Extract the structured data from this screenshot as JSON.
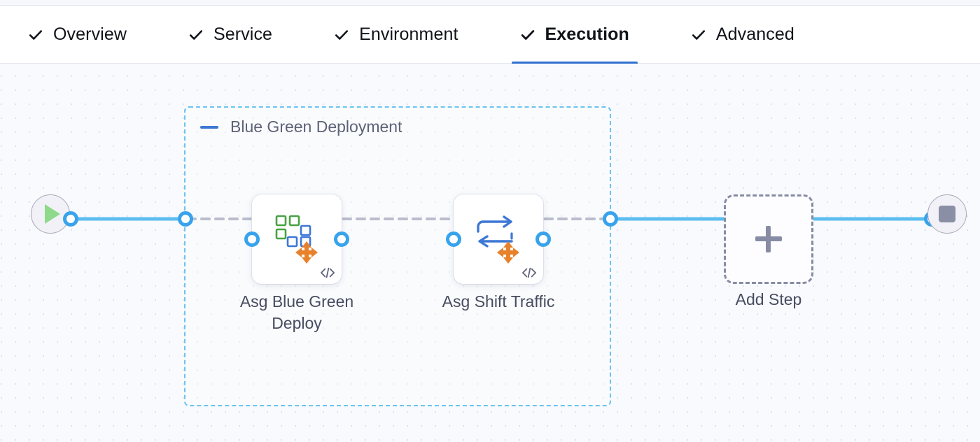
{
  "tabs": [
    {
      "label": "Overview",
      "icon": "check-icon",
      "checked": true,
      "active": false
    },
    {
      "label": "Service",
      "icon": "check-icon",
      "checked": true,
      "active": false
    },
    {
      "label": "Environment",
      "icon": "check-icon",
      "checked": true,
      "active": false
    },
    {
      "label": "Execution",
      "icon": "check-icon",
      "checked": true,
      "active": true
    },
    {
      "label": "Advanced",
      "icon": "check-icon",
      "checked": true,
      "active": false
    }
  ],
  "canvas": {
    "group": {
      "title": "Blue Green Deployment",
      "collapse_icon": "minus-icon"
    },
    "start_node": {
      "icon": "play-icon",
      "name": "pipeline-start"
    },
    "end_node": {
      "icon": "stop-icon",
      "name": "pipeline-end"
    },
    "steps": [
      {
        "label": "Asg Blue Green\nDeploy",
        "icon": "asg-blue-green-deploy-icon",
        "badge": "code-icon"
      },
      {
        "label": "Asg Shift Traffic",
        "icon": "asg-shift-traffic-icon",
        "badge": "code-icon"
      }
    ],
    "add_step": {
      "label": "Add Step",
      "icon": "plus-icon"
    }
  },
  "colors": {
    "accent_blue": "#2f6fce",
    "wire_blue": "#5bbdf0",
    "port_blue": "#38a3ec",
    "group_border": "#6cc3f0",
    "dashed_wire": "#b9bdcc",
    "add_step_border": "#878ca4",
    "canvas_bg": "#f8fafd",
    "text_dark": "#10131a",
    "text_muted": "#474c60",
    "group_title": "#5d6277",
    "icon_green": "#49a144",
    "icon_blue": "#3d77d6",
    "icon_orange": "#e8812b",
    "play_green": "#8ed98a",
    "stop_gray": "#8a8fa6"
  }
}
